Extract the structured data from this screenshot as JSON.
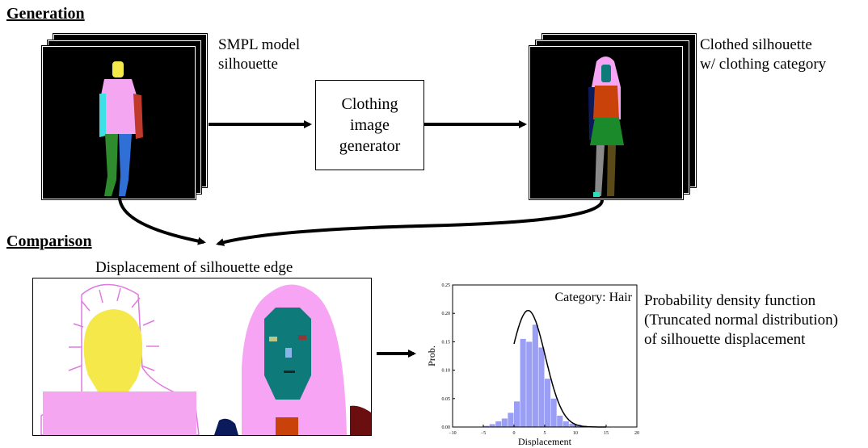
{
  "generation": {
    "title": "Generation",
    "input_caption": "SMPL model\nsilhouette",
    "generator_label": "Clothing\nimage\ngenerator",
    "output_caption": "Clothed silhouette\nw/ clothing category"
  },
  "comparison": {
    "title": "Comparison",
    "displacement_caption": "Displacement of silhouette edge",
    "pdf_caption": "Probability density function\n(Truncated normal distribution)\nof silhouette displacement"
  },
  "colors": {
    "smpl_torso": "#f4a6f0",
    "smpl_head": "#f5e84a",
    "cyan_arm": "#3ee0e8",
    "red_arm": "#c0392b",
    "green_leg": "#2e8b2e",
    "blue_leg": "#2f6fd6",
    "hair_pink": "#f7a4f4",
    "face_teal": "#0f7a7a",
    "top_red": "#c8420a",
    "skirt_green": "#1a8a2a",
    "hist_bar": "#9a9ef4",
    "navy": "#0b1a5a",
    "maroon": "#6b0e10"
  },
  "chart_data": {
    "type": "bar",
    "title": "Category: Hair",
    "xlabel": "Displacement",
    "ylabel": "Prob.",
    "xlim": [
      -10,
      20
    ],
    "ylim": [
      0,
      0.25
    ],
    "x_ticks": [
      "−10",
      "−5",
      "0",
      "5",
      "10",
      "15",
      "20"
    ],
    "y_ticks": [
      "0.00",
      "0.05",
      "0.10",
      "0.15",
      "0.20",
      "0.25"
    ],
    "bins": [
      -5,
      -4,
      -3,
      -2,
      -1,
      0,
      1,
      2,
      3,
      4,
      5,
      6,
      7,
      8,
      9,
      10,
      11,
      12
    ],
    "values": [
      0.002,
      0.005,
      0.01,
      0.015,
      0.025,
      0.045,
      0.155,
      0.15,
      0.18,
      0.14,
      0.085,
      0.05,
      0.02,
      0.01,
      0.006,
      0.004,
      0.002,
      0.001
    ],
    "curve": {
      "type": "truncated_normal",
      "mean": 2.3,
      "std": 2.8,
      "peak": 0.205,
      "lower": 0
    }
  }
}
